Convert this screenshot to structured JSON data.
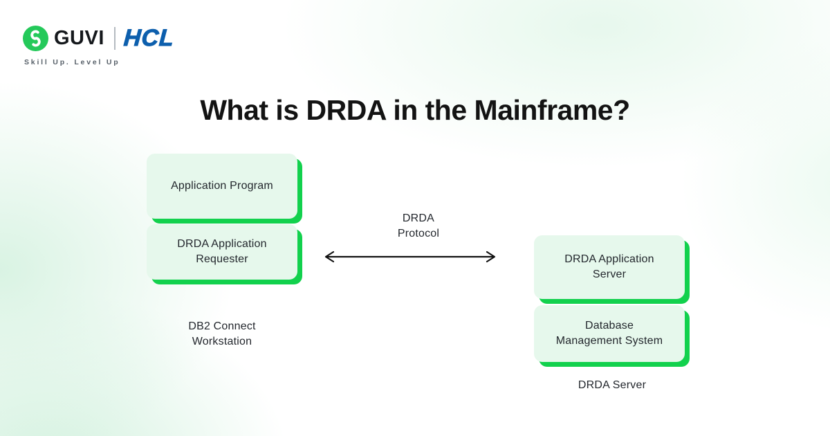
{
  "brand": {
    "guvi_wordmark": "GUVI",
    "hcl_wordmark": "HCL",
    "tagline": "Skill Up. Level Up"
  },
  "title": "What is DRDA in the Mainframe?",
  "diagram": {
    "left_group": {
      "boxes": [
        "Application Program",
        "DRDA Application Requester"
      ],
      "caption": "DB2 Connect Workstation"
    },
    "connector": {
      "label": "DRDA Protocol",
      "arrow_type": "double-headed"
    },
    "right_group": {
      "boxes": [
        "DRDA Application Server",
        "Database Management System"
      ],
      "caption": "DRDA Server"
    }
  },
  "colors": {
    "accent_green": "#12d14d",
    "box_fill": "#e6f8ec",
    "logo_circle_green": "#24c95a",
    "hcl_blue": "#0d5fad",
    "title_text": "#131313",
    "body_text": "#22262c",
    "tagline_gray": "#565f68"
  }
}
